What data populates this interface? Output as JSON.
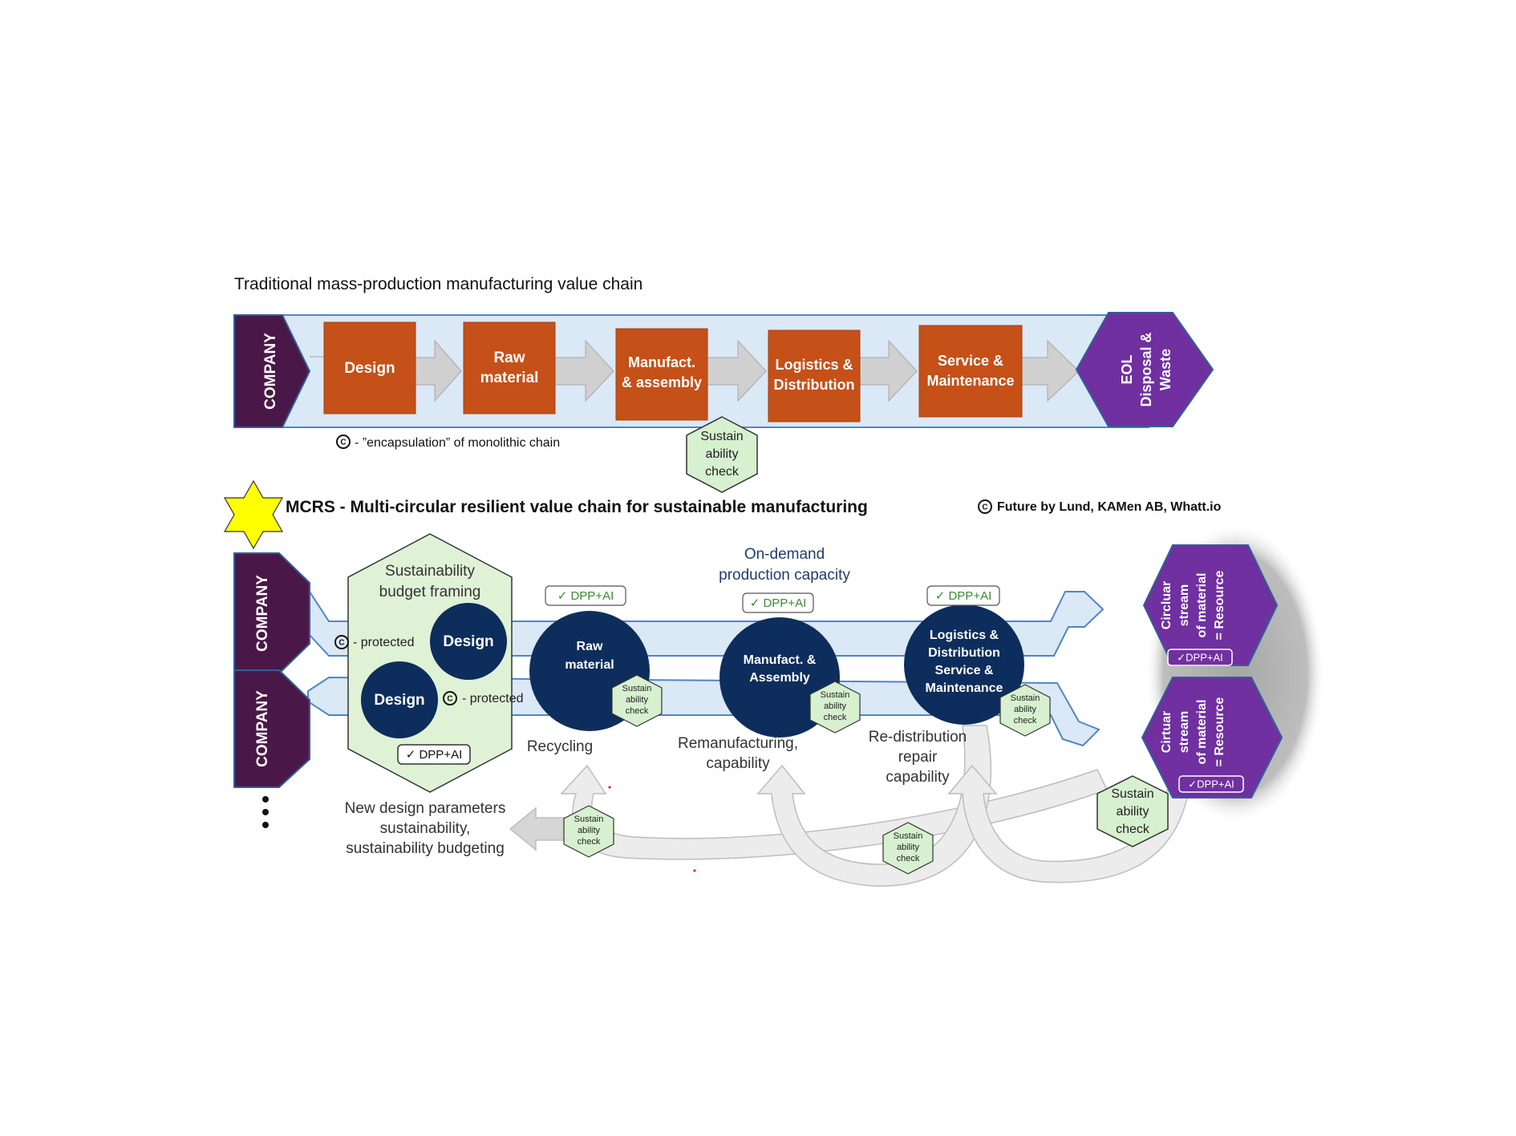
{
  "traditional": {
    "title": "Traditional mass-production manufacturing value chain",
    "company": "COMPANY",
    "stages": [
      {
        "line1": "Design",
        "line2": ""
      },
      {
        "line1": "Raw",
        "line2": "material"
      },
      {
        "line1": "Manufact.",
        "line2": "& assembly"
      },
      {
        "line1": "Logistics &",
        "line2": "Distribution"
      },
      {
        "line1": "Service &",
        "line2": "Maintenance"
      }
    ],
    "eol": {
      "line1": "EOL",
      "line2": "Disposal &",
      "line3": "Waste"
    },
    "encapsulation_note": "- ”encapsulation” of monolithic chain",
    "check": {
      "line1": "Sustain",
      "line2": "ability",
      "line3": "check"
    }
  },
  "mcrs": {
    "title_bold": "MCRS",
    "title_rest": " - Multi-circular resilient value chain for sustainable manufacturing",
    "copyright": "Future by Lund, KAMen AB, Whatt.io",
    "company_top": "COMPANY",
    "company_bottom": "COMPANY",
    "budget": {
      "line1": "Sustainability",
      "line2": "budget framing"
    },
    "design_top": "Design",
    "design_bottom": "Design",
    "protected_top": "- protected",
    "protected_bottom": "- protected",
    "dpp": "✓ DPP+AI",
    "dpp_budget": "✓ DPP+AI",
    "dpp_raw": "✓ DPP+AI",
    "dpp_manuf": "✓ DPP+AI",
    "dpp_logistics": "✓ DPP+AI",
    "dpp_circ1": "✓DPP+AI",
    "dpp_circ2": "✓DPP+AI",
    "on_demand": {
      "line1": "On-demand",
      "line2": "production capacity"
    },
    "raw": {
      "line1": "Raw",
      "line2": "material"
    },
    "manuf": {
      "line1": "Manufact. &",
      "line2": "Assembly"
    },
    "logistics": {
      "line1": "Logistics &",
      "line2": "Distribution",
      "line3": "Service &",
      "line4": "Maintenance"
    },
    "small_check": {
      "line1": "Sustain",
      "line2": "ability",
      "line3": "check"
    },
    "recycling": "Recycling",
    "reman": {
      "line1": "Remanufacturing,",
      "line2": "capability"
    },
    "redist": {
      "line1": "Re-distribution",
      "line2": "repair",
      "line3": "capability"
    },
    "new_design": {
      "line1": "New design parameters",
      "line2": "sustainability,",
      "line3": "sustainability budgeting"
    },
    "circ_top": {
      "line1": "Circluar",
      "line2": "stream",
      "line3": "of material",
      "line4": "= Resource"
    },
    "circ_bottom": {
      "line1": "Cirtuar",
      "line2": "stream",
      "line3": "of material",
      "line4": "= Resource"
    },
    "big_check": {
      "line1": "Sustain",
      "line2": "ability",
      "line3": "check"
    }
  },
  "colors": {
    "company": "#4a1848",
    "stage": "#c55018",
    "eol": "#7030a0",
    "navy": "#0d2d5c",
    "band": "#dbe8f6",
    "band_stroke": "#4f86c6",
    "hex_fill": "#d7f0cf",
    "budget_fill": "#dff2d6",
    "star": "#ffff00",
    "dpp_text": "#3a8a34",
    "shadow": "#b3b3b3"
  }
}
